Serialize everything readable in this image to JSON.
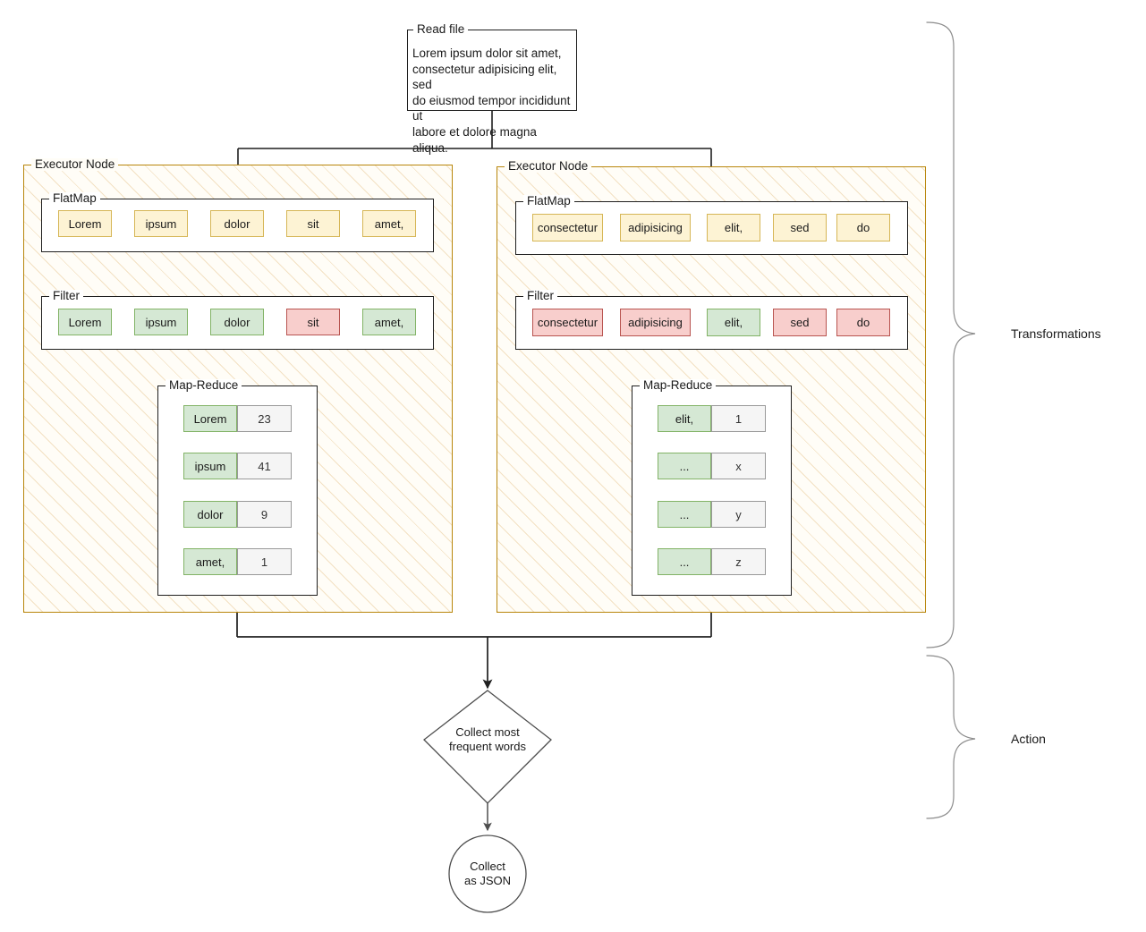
{
  "diagram": {
    "title": "Spark word-count transformations and action pipeline",
    "colors": {
      "yellow_fill": "#fdf3d4",
      "yellow_stroke": "#d6b656",
      "green_fill": "#d5e8d4",
      "green_stroke": "#82b366",
      "red_fill": "#f8cecc",
      "red_stroke": "#b85450",
      "value_fill": "#f5f5f5",
      "value_stroke": "#999999",
      "executor_stroke": "#b8860b",
      "executor_fill": "#fffdf7",
      "line": "#1f1f1f",
      "brace": "#808080"
    }
  },
  "read_file": {
    "label": "Read file",
    "text_lines": [
      "Lorem ipsum dolor sit amet,",
      "consectetur adipisicing elit, sed",
      "do eiusmod tempor incididunt ut",
      "labore et dolore magna aliqua."
    ]
  },
  "executors": [
    {
      "label": "Executor Node",
      "flatmap": {
        "label": "FlatMap",
        "chips": [
          {
            "text": "Lorem",
            "color": "yellow"
          },
          {
            "text": "ipsum",
            "color": "yellow"
          },
          {
            "text": "dolor",
            "color": "yellow"
          },
          {
            "text": "sit",
            "color": "yellow"
          },
          {
            "text": "amet,",
            "color": "yellow"
          }
        ]
      },
      "filter": {
        "label": "Filter",
        "chips": [
          {
            "text": "Lorem",
            "color": "green"
          },
          {
            "text": "ipsum",
            "color": "green"
          },
          {
            "text": "dolor",
            "color": "green"
          },
          {
            "text": "sit",
            "color": "red"
          },
          {
            "text": "amet,",
            "color": "green"
          }
        ]
      },
      "mapreduce": {
        "label": "Map-Reduce",
        "pairs": [
          {
            "key": "Lorem",
            "value": "23"
          },
          {
            "key": "ipsum",
            "value": "41"
          },
          {
            "key": "dolor",
            "value": "9"
          },
          {
            "key": "amet,",
            "value": "1"
          }
        ]
      }
    },
    {
      "label": "Executor Node",
      "flatmap": {
        "label": "FlatMap",
        "chips": [
          {
            "text": "consectetur",
            "color": "yellow"
          },
          {
            "text": "adipisicing",
            "color": "yellow"
          },
          {
            "text": "elit,",
            "color": "yellow"
          },
          {
            "text": "sed",
            "color": "yellow"
          },
          {
            "text": "do",
            "color": "yellow"
          }
        ]
      },
      "filter": {
        "label": "Filter",
        "chips": [
          {
            "text": "consectetur",
            "color": "red"
          },
          {
            "text": "adipisicing",
            "color": "red"
          },
          {
            "text": "elit,",
            "color": "green"
          },
          {
            "text": "sed",
            "color": "red"
          },
          {
            "text": "do",
            "color": "red"
          }
        ]
      },
      "mapreduce": {
        "label": "Map-Reduce",
        "pairs": [
          {
            "key": "elit,",
            "value": "1"
          },
          {
            "key": "...",
            "value": "x"
          },
          {
            "key": "...",
            "value": "y"
          },
          {
            "key": "...",
            "value": "z"
          }
        ]
      }
    }
  ],
  "decision": {
    "line1": "Collect most",
    "line2": "frequent words"
  },
  "terminal": {
    "line1": "Collect",
    "line2": "as JSON"
  },
  "annotations": [
    {
      "label": "Transformations"
    },
    {
      "label": "Action"
    }
  ]
}
